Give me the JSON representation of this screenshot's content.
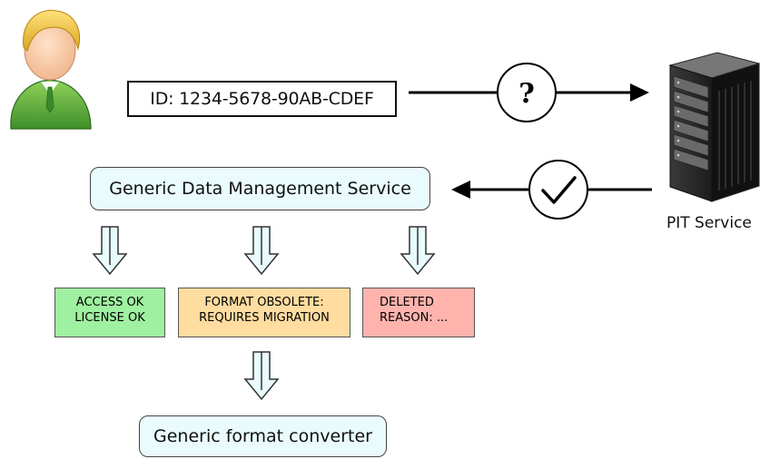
{
  "request": {
    "id_label": "ID: 1234-5678-90AB-CDEF",
    "query_symbol": "?"
  },
  "pit_service": {
    "label": "PIT Service"
  },
  "gdms": {
    "label": "Generic Data Management Service"
  },
  "statuses": [
    {
      "line1": "ACCESS OK",
      "line2": "LICENSE OK",
      "color": "#9ff0a0"
    },
    {
      "line1": "FORMAT OBSOLETE:",
      "line2": "REQUIRES MIGRATION",
      "color": "#ffdca0"
    },
    {
      "line1": "DELETED",
      "line2": "REASON: ...",
      "color": "#ffb3ad"
    }
  ],
  "converter": {
    "label": "Generic format converter"
  },
  "colors": {
    "service_fill": "#e9fbfd",
    "arrow_fill": "#e9fbfd",
    "user_green": "#5fae3a",
    "user_hair": "#f2c53a"
  },
  "icons": {
    "user": "user-avatar-icon",
    "server": "server-rack-icon",
    "check": "checkmark-icon"
  }
}
